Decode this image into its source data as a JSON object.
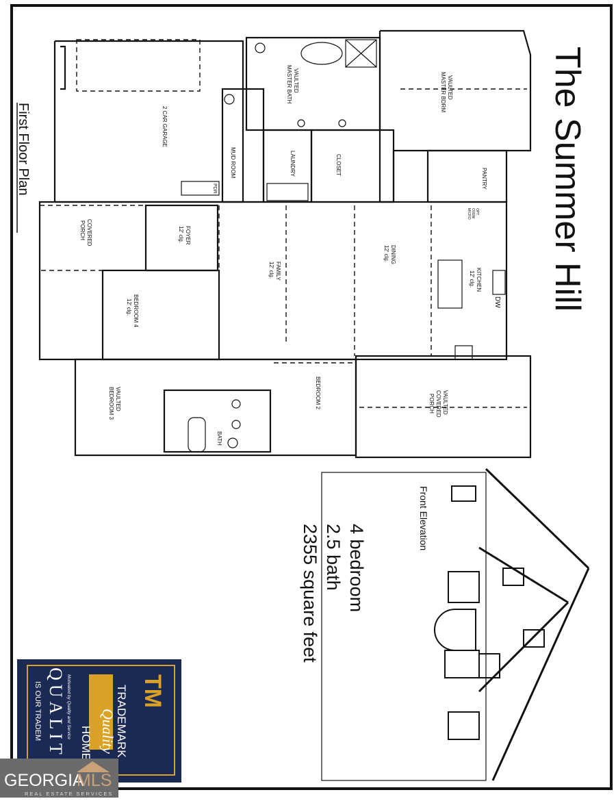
{
  "title": "The Summer Hill",
  "plan_label": "First Floor Plan",
  "elevation_label": "Front Elevation",
  "specs": {
    "bedrooms": "4 bedroom",
    "baths": "2.5 bath",
    "area": "2355 square feet"
  },
  "rooms": {
    "garage": "2 CAR GARAGE",
    "mud_room": "MUD ROOM",
    "laundry": "LAUNDRY",
    "closet": "CLOSET",
    "master_bath": [
      "VAULTED",
      "MASTER BATH"
    ],
    "master_bdrm": [
      "VAULTED",
      "MASTER BDRM"
    ],
    "pantry": "PANTRY",
    "covered_porch": [
      "COVERED",
      "PORCH"
    ],
    "foyer": [
      "FOYER",
      "12' clg."
    ],
    "family": [
      "FAMILY",
      "12' clg."
    ],
    "dining": [
      "DINING",
      "12' clg."
    ],
    "kitchen": [
      "KITCHEN",
      "12' clg."
    ],
    "dw": "DW",
    "oven": [
      "OPT.",
      "OVEN/",
      "MICRO"
    ],
    "bedroom4": [
      "BEDROOM 4",
      "12' clg."
    ],
    "bedroom2": "BEDROOM 2",
    "bedroom3": [
      "VAULTED",
      "BEDROOM 3"
    ],
    "bath": "BATH",
    "vaulted_porch": [
      "VAULTED",
      "COVERED",
      "PORCH"
    ],
    "pdr": "PDR"
  },
  "logos": {
    "builder": {
      "text": [
        "TRADEMARK",
        "Quality",
        "HOMES",
        "Motivated by Quality and Service",
        "QUALITY",
        "IS OUR TRADEMARK"
      ],
      "colors": {
        "bg": "#1b2a55",
        "gold": "#d9a227"
      }
    },
    "mls": {
      "text": [
        "GEORGIA",
        "MLS",
        "REAL ESTATE SERVICES"
      ],
      "colors": {
        "bg": "#6b6b6b",
        "accent": "#c9a27a"
      }
    }
  }
}
